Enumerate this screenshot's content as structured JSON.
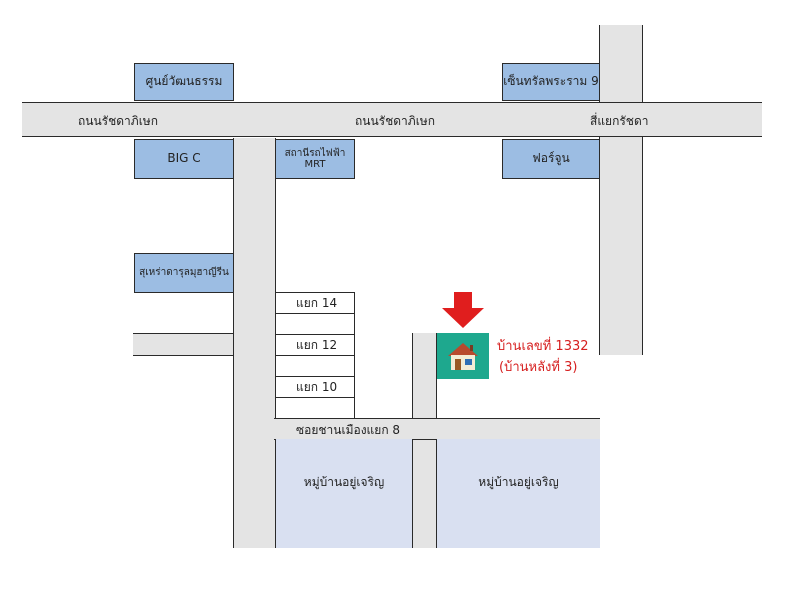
{
  "roads": {
    "main_left": "ถนนรัชดาภิเษก",
    "main_center": "ถนนรัชดาภิเษก",
    "intersection": "สี่แยกรัชดา",
    "soi_main": "ซอยชานเมืองแยก 8"
  },
  "landmarks": {
    "cultural_center": "ศูนย์วัฒนธรรม",
    "central_rama9": "เซ็นทรัลพระราม 9",
    "big_c": "BIG C",
    "mrt_line1": "สถานีรถไฟฟ้า",
    "mrt_line2": "MRT",
    "fortune": "ฟอร์จูน",
    "mosque": "สุเหร่าดารุลมุฮาญีรีน"
  },
  "sois": {
    "soi14": "แยก 14",
    "soi12": "แยก 12",
    "soi10": "แยก 10"
  },
  "villages": {
    "left": "หมู่บ้านอยู่เจริญ",
    "right": "หมู่บ้านอยู่เจริญ"
  },
  "destination": {
    "line1": "บ้านเลขที่  1332",
    "line2": "(บ้านหลังที่ 3)",
    "icon": "house-icon",
    "marker": "red-down-arrow-icon",
    "text_color": "#d61f1f",
    "tile_color": "#1ea88e"
  },
  "colors": {
    "road_fill": "#e4e4e4",
    "landmark_fill": "#9cbde3",
    "village_fill": "#d9e0f1"
  }
}
